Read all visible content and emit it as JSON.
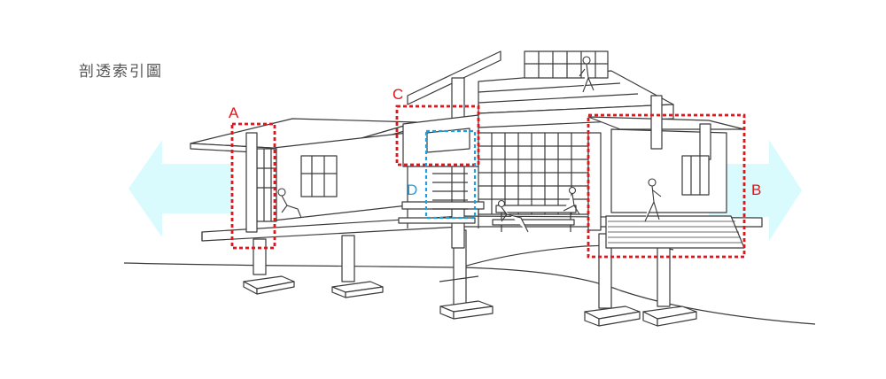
{
  "title": "剖透索引圖",
  "callouts": {
    "a": "A",
    "b": "B",
    "c": "C",
    "d": "D"
  },
  "colors": {
    "callout_red": "#e3141b",
    "callout_blue": "#1ba1e2",
    "arrow_fill": "#d9fbfd",
    "line": "#3a3a3a",
    "title": "#555555"
  }
}
